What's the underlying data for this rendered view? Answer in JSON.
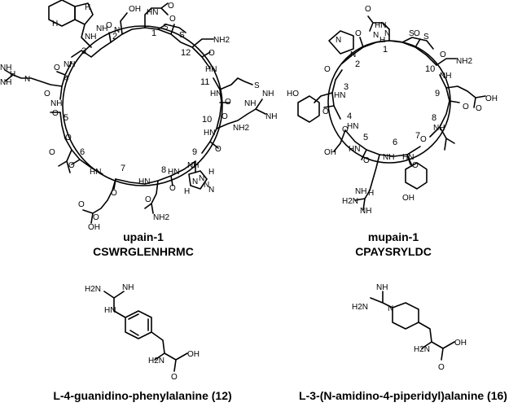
{
  "peptides": [
    {
      "name": "upain-1",
      "sequence": "CSWRGLENHRMC",
      "residue_numbers": [
        "1",
        "2",
        "3",
        "4",
        "5",
        "6",
        "7",
        "8",
        "9",
        "10",
        "11",
        "12"
      ],
      "atom_labels": [
        "OH",
        "O",
        "N",
        "H",
        "O",
        "HN",
        "O",
        "S",
        "S",
        "NH2",
        "O",
        "HN",
        "O",
        "HN",
        "O",
        "NH",
        "NH",
        "NH",
        "O",
        "HN",
        "O",
        "S",
        "NH",
        "NH",
        "O",
        "NH",
        "NH",
        "O",
        "N",
        "NH2",
        "H",
        "HN",
        "H",
        "N",
        "HN",
        "HN",
        "O",
        "O",
        "NH",
        "NH",
        "O",
        "O",
        "O",
        "O",
        "O",
        "N",
        "N",
        "H",
        "H",
        "OH",
        "O",
        "N",
        "NH2",
        "NH"
      ]
    },
    {
      "name": "mupain-1",
      "sequence": "CPAYSRYLDC",
      "residue_numbers": [
        "1",
        "2",
        "3",
        "4",
        "5",
        "6",
        "7",
        "8",
        "9",
        "10"
      ],
      "atom_labels": [
        "O",
        "N",
        "N",
        "HN",
        "O",
        "O",
        "S",
        "S",
        "NH2",
        "O",
        "O",
        "NH",
        "HO",
        "HN",
        "O",
        "O",
        "OH",
        "HN",
        "NH",
        "O",
        "O",
        "HN",
        "OH",
        "O",
        "NH",
        "HN",
        "O",
        "N",
        "H",
        "N",
        "H",
        "H2N",
        "NH",
        "NH",
        "OH",
        "O"
      ]
    }
  ],
  "compounds": [
    {
      "name": "L-4-guanidino-phenylalanine (12)",
      "atom_labels": [
        "H2N",
        "NH",
        "HN",
        "H2N",
        "O",
        "OH"
      ]
    },
    {
      "name": "L-3-(N-amidino-4-piperidyl)alanine (16)",
      "atom_labels": [
        "NH",
        "H2N",
        "N",
        "H2N",
        "O",
        "OH"
      ]
    }
  ]
}
